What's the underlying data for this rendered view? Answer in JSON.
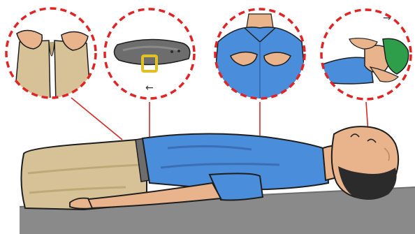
{
  "illustration": {
    "panels": [
      {
        "depicts": "hands-loosening-trousers-waistband"
      },
      {
        "depicts": "loosened-belt",
        "arrow": "←"
      },
      {
        "depicts": "hands-unbuttoning-shirt-collar"
      },
      {
        "depicts": "removing-helmet",
        "arrow": "→"
      }
    ]
  },
  "colors": {
    "callout_ring": "#e02424",
    "connector_line": "#d42a2a",
    "shirt": "#4a8ddb",
    "shirt_shadow": "#3a6fb5",
    "trousers": "#d6c296",
    "trousers_shadow": "#bfa878",
    "belt": "#6d6d6d",
    "buckle": "#e0c024",
    "skin": "#e9b48c",
    "skin_shadow": "#c98e66",
    "hair": "#2b2b2b",
    "helmet": "#2e9e4a",
    "ground": "#8a8a8a",
    "outline": "#1e1e1e"
  }
}
